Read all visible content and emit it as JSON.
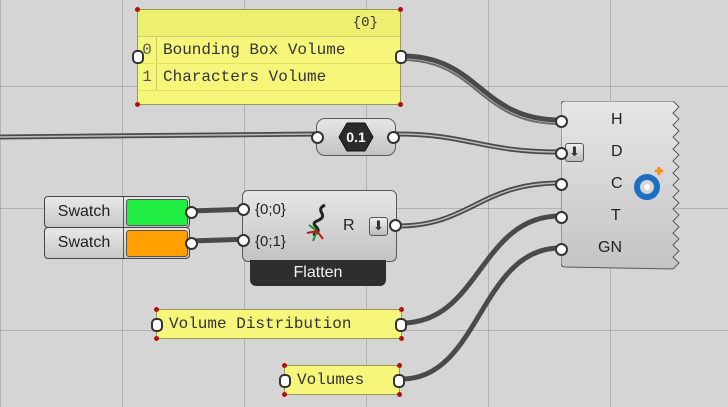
{
  "volumes_panel": {
    "header": "{0}",
    "items": [
      {
        "index": "0",
        "text": "Bounding Box Volume"
      },
      {
        "index": "1",
        "text": "Characters Volume"
      }
    ]
  },
  "number_slider": {
    "value": "0.1"
  },
  "swatches": [
    {
      "label": "Swatch",
      "color": "#22ee44"
    },
    {
      "label": "Swatch",
      "color": "#ff9f00"
    }
  ],
  "flatten_node": {
    "inputs": [
      "{0;0}",
      "{0;1}"
    ],
    "output": "R",
    "title": "Flatten"
  },
  "chart_node": {
    "inputs": [
      "H",
      "D",
      "C",
      "T",
      "GN"
    ]
  },
  "labels": {
    "distribution": "Volume Distribution",
    "volumes": "Volumes"
  },
  "colors": {
    "panel": "#f6f67a",
    "node_dark": "#2b2b2b",
    "accent_blue": "#1c6fc1",
    "accent_orange": "#f5921e"
  }
}
